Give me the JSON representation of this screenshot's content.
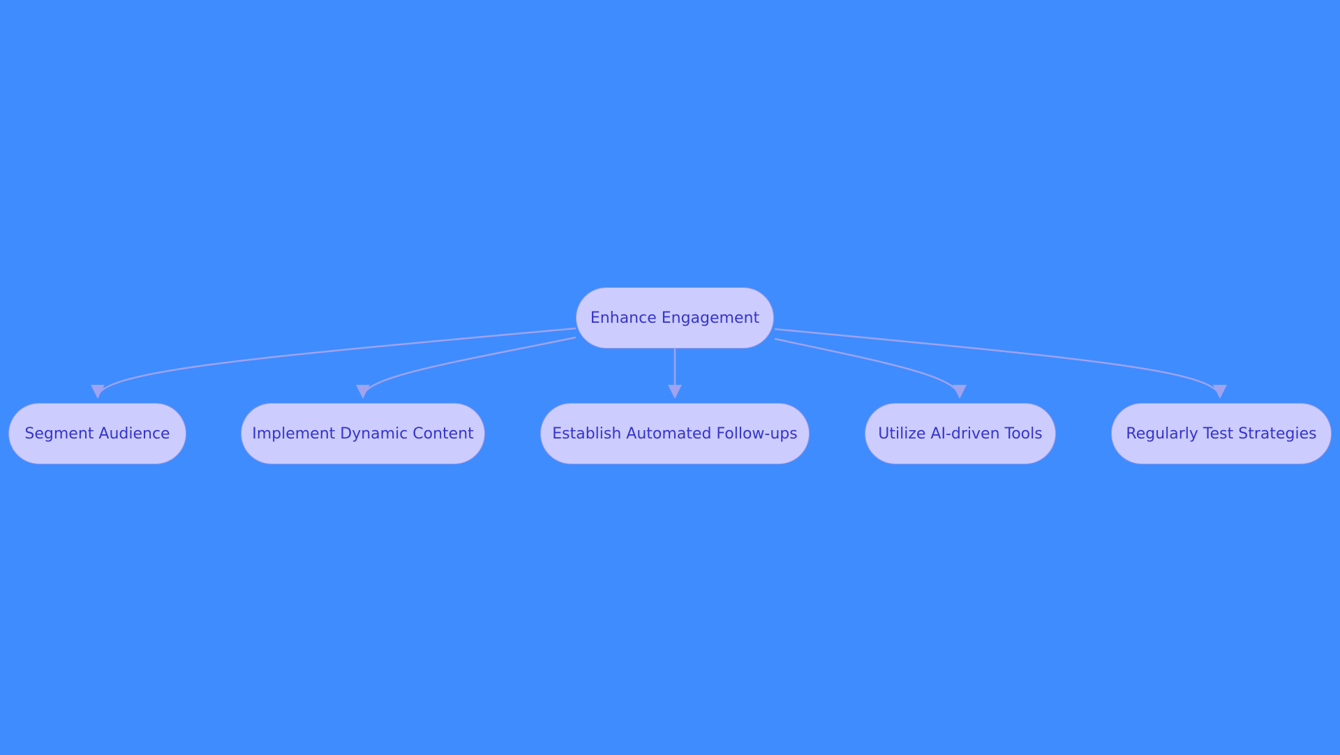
{
  "diagram": {
    "background_color": "#3f8cff",
    "node_fill": "#ccccff",
    "node_border": "#9a9ae6",
    "node_text_color": "#3535c8",
    "edge_color": "#9fa3f0",
    "root": {
      "label": "Enhance Engagement"
    },
    "children": [
      {
        "label": "Segment Audience"
      },
      {
        "label": "Implement Dynamic Content"
      },
      {
        "label": "Establish Automated Follow-ups"
      },
      {
        "label": "Utilize AI-driven Tools"
      },
      {
        "label": "Regularly Test Strategies"
      }
    ]
  }
}
